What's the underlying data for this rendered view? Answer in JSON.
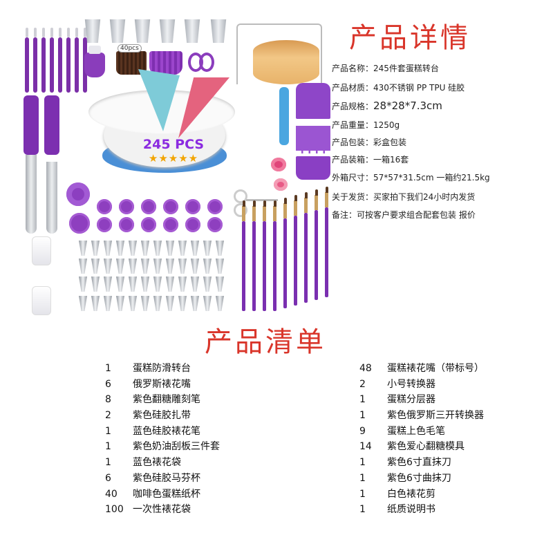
{
  "detail_title": "产品详情",
  "specs": [
    {
      "label": "产品名称：",
      "value": "245件套蛋糕转台"
    },
    {
      "label": "产品材质：",
      "value": "430不锈钢 PP TPU 硅胶"
    },
    {
      "label": "产品规格：",
      "value": "28*28*7.3cm"
    },
    {
      "label": "产品重量：",
      "value": "1250g"
    },
    {
      "label": "产品包装：",
      "value": "彩盒包装"
    },
    {
      "label": "产品装箱：",
      "value": "一箱16套"
    },
    {
      "label": "外箱尺寸：",
      "value": "57*57*31.5cm 一箱约21.5kg"
    },
    {
      "label": "关于发货：",
      "value": "买家拍下我们24小时内发货"
    },
    {
      "label": "备注：",
      "value": "可按客户要求组合配套包装 报价"
    }
  ],
  "badge": {
    "text": "245 PCS",
    "stars": "★★★★★"
  },
  "cups_label": "40pcs",
  "list_title": "产品清单",
  "list_left": [
    {
      "qty": "1",
      "name": "蛋糕防滑转台"
    },
    {
      "qty": "6",
      "name": "俄罗斯裱花嘴"
    },
    {
      "qty": "8",
      "name": "紫色翻糖雕刻笔"
    },
    {
      "qty": "2",
      "name": "紫色硅胶扎带"
    },
    {
      "qty": "1",
      "name": "蓝色硅胶裱花笔"
    },
    {
      "qty": "1",
      "name": "紫色奶油刮板三件套"
    },
    {
      "qty": "1",
      "name": "蓝色裱花袋"
    },
    {
      "qty": "6",
      "name": "紫色硅胶马芬杯"
    },
    {
      "qty": "40",
      "name": "咖啡色蛋糕纸杯"
    },
    {
      "qty": "100",
      "name": "一次性裱花袋"
    }
  ],
  "list_right": [
    {
      "qty": "48",
      "name": "蛋糕裱花嘴（带标号）"
    },
    {
      "qty": "2",
      "name": "小号转换器"
    },
    {
      "qty": "1",
      "name": "蛋糕分层器"
    },
    {
      "qty": "1",
      "name": "紫色俄罗斯三开转换器"
    },
    {
      "qty": "9",
      "name": "蛋糕上色毛笔"
    },
    {
      "qty": "14",
      "name": "紫色爱心翻糖模具"
    },
    {
      "qty": "1",
      "name": "紫色6寸直抹刀"
    },
    {
      "qty": "1",
      "name": "紫色6寸曲抹刀"
    },
    {
      "qty": "1",
      "name": "白色裱花剪"
    },
    {
      "qty": "1",
      "name": "纸质说明书"
    }
  ]
}
